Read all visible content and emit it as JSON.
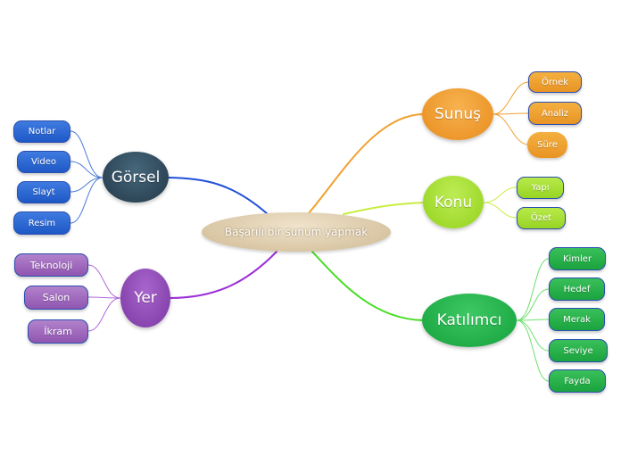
{
  "map": {
    "center": {
      "label": "Başarılı bir sunum yapmak"
    },
    "branches": [
      {
        "id": "sunus",
        "label": "Sunuş",
        "color": "#f0a030",
        "children": [
          "Örnek",
          "Analiz",
          "Süre"
        ]
      },
      {
        "id": "konu",
        "label": "Konu",
        "color": "#a8e030",
        "children": [
          "Yapı",
          "Özet"
        ]
      },
      {
        "id": "katilimci",
        "label": "Katılımcı",
        "color": "#22b34a",
        "children": [
          "Kimler",
          "Hedef",
          "Merak",
          "Seviye",
          "Fayda"
        ]
      },
      {
        "id": "gorsel",
        "label": "Görsel",
        "color": "#2f4858",
        "children": [
          "Notlar",
          "Video",
          "Slayt",
          "Resim"
        ]
      },
      {
        "id": "yer",
        "label": "Yer",
        "color": "#8e4ab5",
        "children": [
          "Teknoloji",
          "Salon",
          "İkram"
        ]
      }
    ]
  }
}
